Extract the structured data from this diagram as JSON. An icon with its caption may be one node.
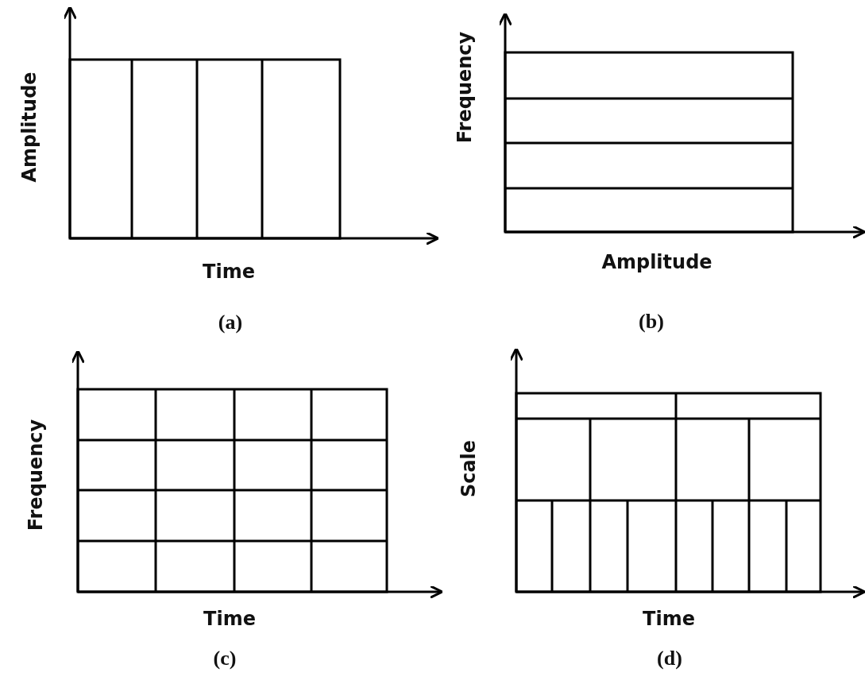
{
  "diagram": {
    "labels": [
      "Amplitude",
      "Time",
      "(a)",
      "Frequency",
      "Amplitude",
      "(b)",
      "Frequency",
      "Time",
      "(c)",
      "Scale",
      "Time",
      "(d)"
    ]
  }
}
